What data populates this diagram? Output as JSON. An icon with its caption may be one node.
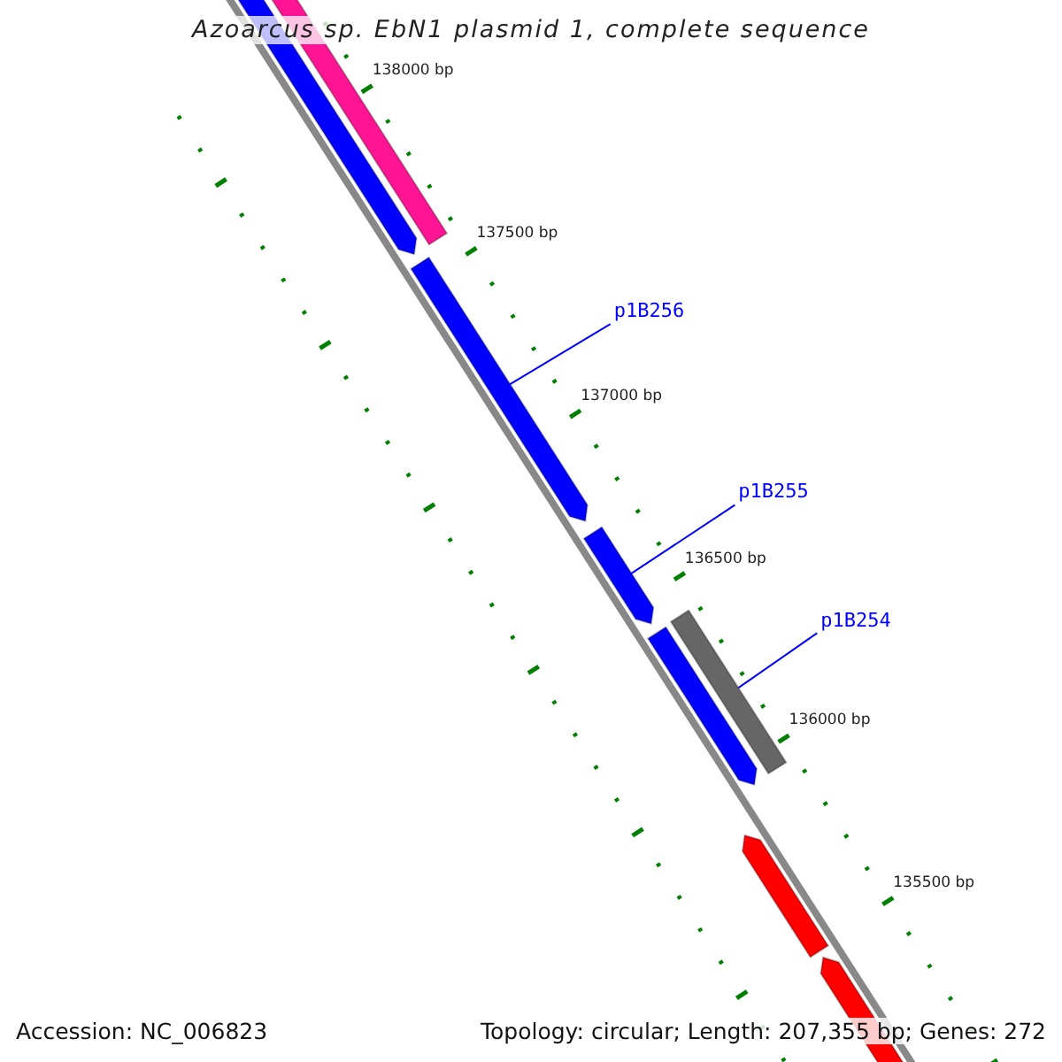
{
  "diagram": {
    "title": "Azoarcus sp. EbN1 plasmid 1, complete sequence",
    "nodes": [
      {
        "text": [
          "p1B256"
        ]
      },
      {
        "text": [],
        "shape": "bar"
      },
      {
        "text": [
          "p1B255"
        ]
      },
      {
        "text": [],
        "shape": "bar"
      },
      {
        "text": [
          "p1B254"
        ]
      },
      {
        "text": [],
        "shape": "bar"
      }
    ],
    "edges": [
      {
        "from": 0,
        "to": 1,
        "arrow": "none"
      },
      {
        "from": 2,
        "to": 3,
        "arrow": "none"
      },
      {
        "from": 4,
        "to": 5,
        "arrow": "none"
      }
    ],
    "labels": [
      "138000 bp",
      "137500 bp",
      "137000 bp",
      "136500 bp",
      "136000 bp",
      "135500 bp",
      "Accession: NC_006823",
      "Topology: circular; Length: 207,355 bp; Genes: 272"
    ]
  }
}
